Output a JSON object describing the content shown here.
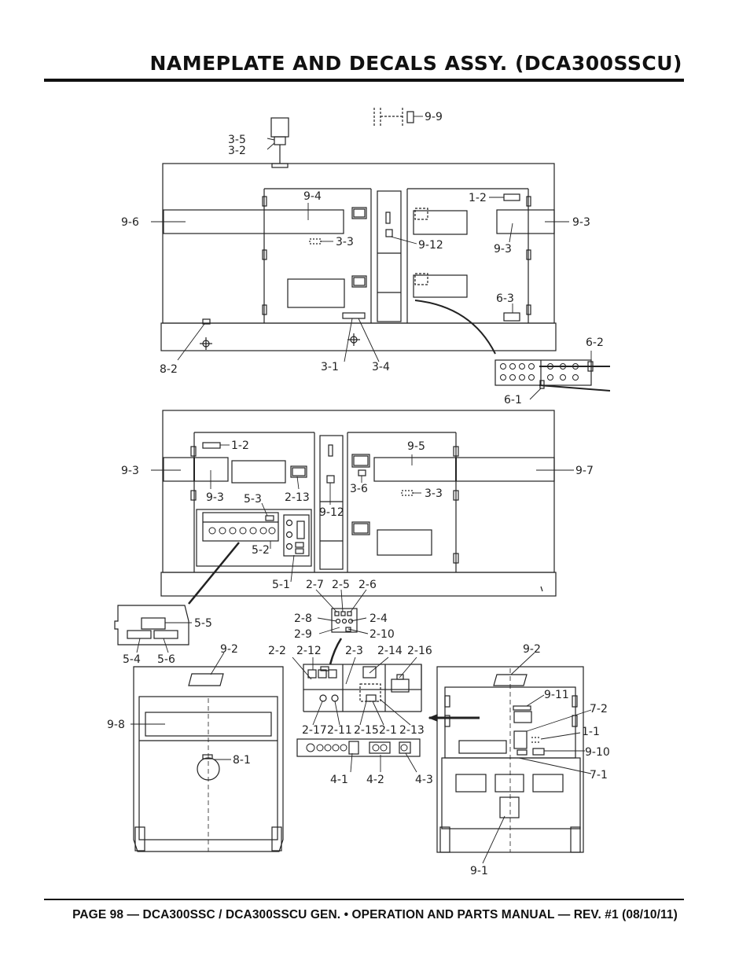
{
  "header": {
    "title": "NAMEPLATE AND DECALS ASSY. (DCA300SSCU)"
  },
  "footer": {
    "text": "PAGE 98 — DCA300SSC / DCA300SSCU GEN. • OPERATION AND PARTS MANUAL — REV. #1 (08/10/11)"
  },
  "callouts": {
    "c9_9": "9-9",
    "c3_5": "3-5",
    "c3_2": "3-2",
    "c9_4": "9-4",
    "c9_6": "9-6",
    "c3_3a": "3-3",
    "c1_2a": "1-2",
    "c9_3a": "9-3",
    "c9_3b": "9-3",
    "c9_12a": "9-12",
    "c6_3": "6-3",
    "c8_2": "8-2",
    "c3_1": "3-1",
    "c3_4": "3-4",
    "c6_2": "6-2",
    "c6_1": "6-1",
    "c1_2b": "1-2",
    "c9_5": "9-5",
    "c9_3c": "9-3",
    "c9_7": "9-7",
    "c9_3d": "9-3",
    "c5_3": "5-3",
    "c2_13a": "2-13",
    "c3_6": "3-6",
    "c3_3b": "3-3",
    "c9_12b": "9-12",
    "c5_2": "5-2",
    "c5_1": "5-1",
    "c2_7": "2-7",
    "c2_5": "2-5",
    "c2_6": "2-6",
    "c2_8": "2-8",
    "c2_4": "2-4",
    "c2_9": "2-9",
    "c2_10": "2-10",
    "c5_5": "5-5",
    "c5_4": "5-4",
    "c5_6": "5-6",
    "c9_2a": "9-2",
    "c2_2": "2-2",
    "c2_12": "2-12",
    "c2_3": "2-3",
    "c2_14": "2-14",
    "c2_16": "2-16",
    "c9_2b": "9-2",
    "c9_8": "9-8",
    "c2_17": "2-17",
    "c2_11": "2-11",
    "c2_15": "2-15",
    "c2_1": "2-1",
    "c2_13b": "2-13",
    "c9_11": "9-11",
    "c7_2": "7-2",
    "c1_1": "1-1",
    "c9_10": "9-10",
    "c7_1": "7-1",
    "c8_1": "8-1",
    "c4_1": "4-1",
    "c4_2": "4-2",
    "c4_3": "4-3",
    "c9_1": "9-1"
  }
}
